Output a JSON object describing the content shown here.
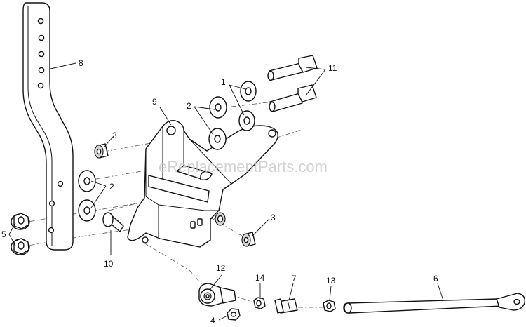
{
  "watermark": "eReplacementParts.com",
  "callouts": {
    "c1": "1",
    "c2a": "2",
    "c2b": "2",
    "c3a": "3",
    "c3b": "3",
    "c4": "4",
    "c5": "5",
    "c6": "6",
    "c7": "7",
    "c8": "8",
    "c9": "9",
    "c10": "10",
    "c11": "11",
    "c12": "12",
    "c13": "13",
    "c14": "14"
  }
}
